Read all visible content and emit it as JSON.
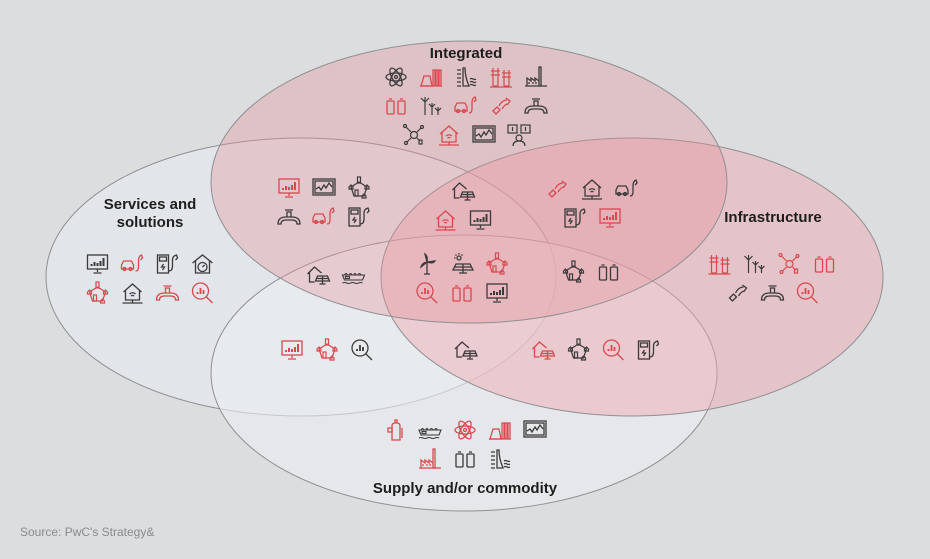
{
  "labels": {
    "integrated": "Integrated",
    "services_line1": "Services and",
    "services_line2": "solutions",
    "infrastructure": "Infrastructure",
    "supply": "Supply and/or commodity"
  },
  "source": "Source: PwC's Strategy&",
  "colors": {
    "background": "#dcdddf",
    "integrated_fill": "#e6a0a6",
    "infrastructure_fill": "#f0a6b0",
    "services_fill": "#e4e7ec",
    "supply_fill": "#eceef1",
    "icon_red": "#d9484f",
    "icon_dark": "#3a3a3a"
  },
  "regions": {
    "integrated": [
      [
        [
          "atom",
          "d"
        ],
        [
          "power-plant",
          "r"
        ],
        [
          "dam",
          "d"
        ],
        [
          "pylon",
          "r"
        ],
        [
          "factory",
          "d"
        ]
      ],
      [
        [
          "battery",
          "r"
        ],
        [
          "antenna",
          "d"
        ],
        [
          "ev-car",
          "r"
        ],
        [
          "pipe-joint",
          "r"
        ],
        [
          "pipeline",
          "d"
        ]
      ],
      [
        [
          "network",
          "d"
        ],
        [
          "smart-home",
          "r"
        ],
        [
          "trading-monitor",
          "d"
        ],
        [
          "finance-person",
          "d"
        ]
      ]
    ],
    "integrated_services": [
      [
        [
          "analytics-monitor",
          "r"
        ],
        [
          "trading-monitor",
          "d"
        ],
        [
          "microgrid",
          "d"
        ]
      ],
      [
        [
          "pipeline",
          "d"
        ],
        [
          "ev-car",
          "r"
        ],
        [
          "charging-station",
          "d"
        ]
      ]
    ],
    "integrated_services_infrastructure": [
      [
        [
          "solar-home",
          "d"
        ]
      ],
      [
        [
          "smart-home",
          "r"
        ],
        [
          "analytics-monitor",
          "d"
        ]
      ]
    ],
    "integrated_infrastructure": [
      [
        [
          "pipe-joint",
          "r"
        ],
        [
          "smart-home",
          "d"
        ],
        [
          "ev-car",
          "d"
        ]
      ],
      [
        [
          "charging-station",
          "d"
        ],
        [
          "analytics-monitor",
          "r"
        ]
      ]
    ],
    "services": [
      [
        [
          "analytics-monitor",
          "d"
        ],
        [
          "ev-car",
          "r"
        ],
        [
          "charging-station",
          "d"
        ],
        [
          "smart-meter-home",
          "d"
        ]
      ],
      [
        [
          "microgrid",
          "r"
        ],
        [
          "smart-home",
          "d"
        ],
        [
          "pipeline",
          "r"
        ],
        [
          "magnifier",
          "r"
        ]
      ]
    ],
    "services_integrated_supply": [
      [
        [
          "solar-home",
          "d"
        ],
        [
          "lng-ship",
          "d"
        ]
      ]
    ],
    "all": [
      [
        [
          "wind-turbine",
          "d"
        ],
        [
          "solar-panel",
          "d"
        ],
        [
          "microgrid",
          "r"
        ]
      ],
      [
        [
          "magnifier",
          "r"
        ],
        [
          "battery",
          "r"
        ],
        [
          "analytics-monitor",
          "d"
        ]
      ]
    ],
    "integrated_infrastructure_supply": [
      [
        [
          "microgrid",
          "d"
        ],
        [
          "battery",
          "d"
        ]
      ]
    ],
    "infrastructure": [
      [
        [
          "pylon",
          "r"
        ],
        [
          "antenna",
          "d"
        ],
        [
          "network",
          "r"
        ],
        [
          "battery",
          "r"
        ]
      ],
      [
        [
          "pipe-joint",
          "d"
        ],
        [
          "pipeline",
          "d"
        ],
        [
          "magnifier",
          "r"
        ]
      ]
    ],
    "services_supply": [
      [
        [
          "analytics-monitor",
          "r"
        ],
        [
          "microgrid",
          "r"
        ],
        [
          "magnifier",
          "d"
        ]
      ]
    ],
    "services_infrastructure_supply": [
      [
        [
          "solar-home",
          "d"
        ]
      ]
    ],
    "infrastructure_supply": [
      [
        [
          "solar-home",
          "r"
        ],
        [
          "microgrid",
          "d"
        ],
        [
          "magnifier",
          "r"
        ],
        [
          "charging-station",
          "d"
        ]
      ]
    ],
    "supply": [
      [
        [
          "gas-cylinder",
          "r"
        ],
        [
          "lng-ship",
          "d"
        ],
        [
          "atom",
          "r"
        ],
        [
          "power-plant",
          "r"
        ],
        [
          "trading-monitor",
          "d"
        ]
      ],
      [
        [
          "factory",
          "r"
        ],
        [
          "battery",
          "d"
        ],
        [
          "dam",
          "d"
        ]
      ]
    ]
  }
}
